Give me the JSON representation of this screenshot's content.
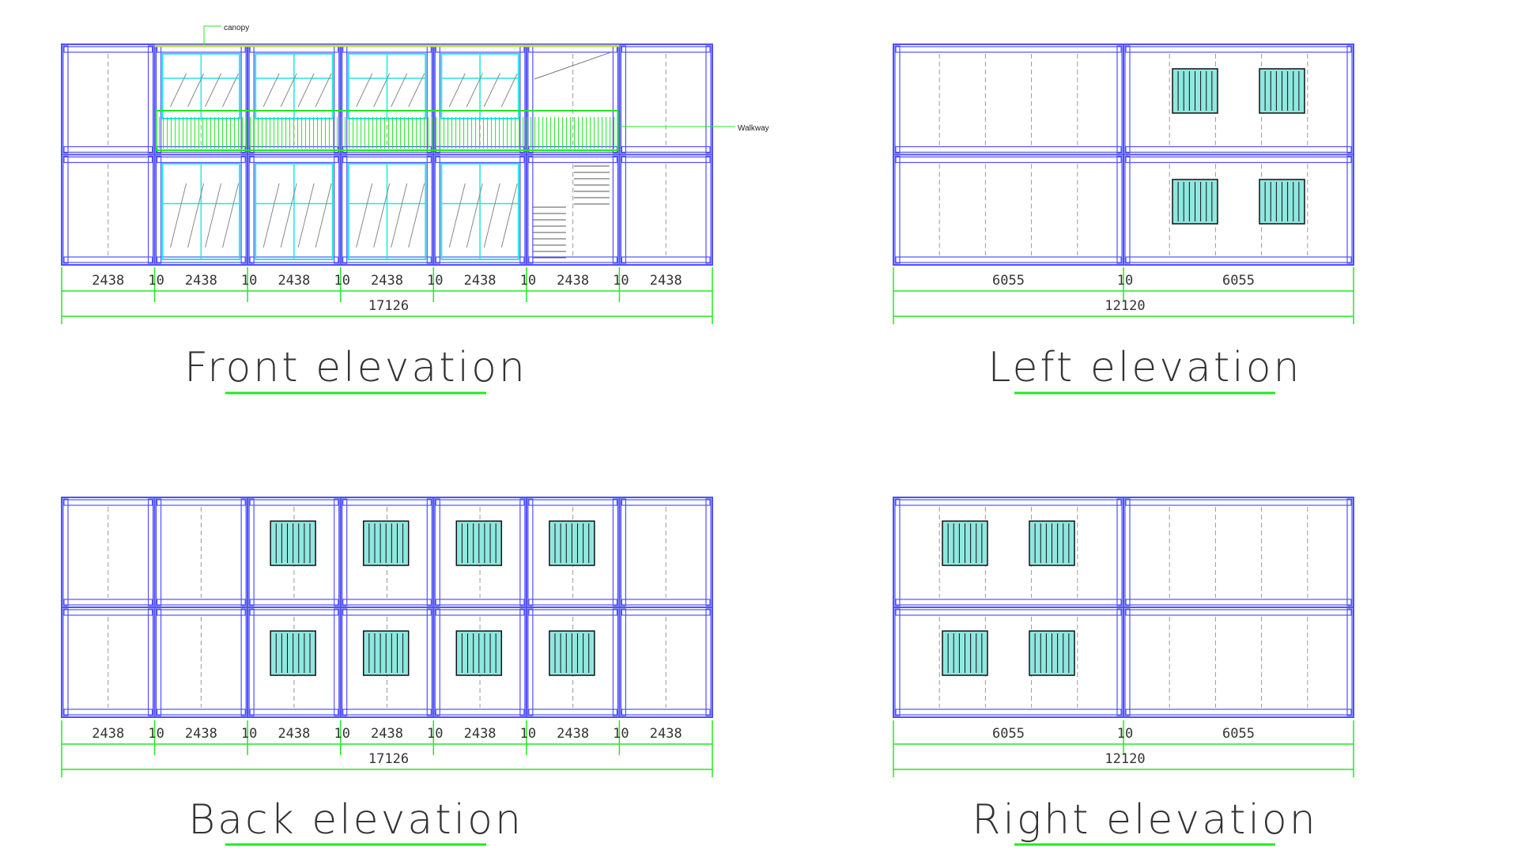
{
  "colors": {
    "frame": "#5050ff",
    "dim": "#22e822",
    "glass": "#22e6e6",
    "window_fill": "#8fe8e0",
    "text": "#333333"
  },
  "views": [
    {
      "id": "front",
      "title": "Front elevation",
      "modules": [
        "2438",
        "2438",
        "2438",
        "2438",
        "2438",
        "2438",
        "2438"
      ],
      "gap": "10",
      "total": "17126",
      "notes": {
        "canopy": "canopy",
        "walkway": "Walkway"
      }
    },
    {
      "id": "left",
      "title": "Left elevation",
      "modules": [
        "6055",
        "6055"
      ],
      "gap": "10",
      "total": "12120"
    },
    {
      "id": "back",
      "title": "Back elevation",
      "modules": [
        "2438",
        "2438",
        "2438",
        "2438",
        "2438",
        "2438",
        "2438"
      ],
      "gap": "10",
      "total": "17126"
    },
    {
      "id": "right",
      "title": "Right elevation",
      "modules": [
        "6055",
        "6055"
      ],
      "gap": "10",
      "total": "12120"
    }
  ]
}
